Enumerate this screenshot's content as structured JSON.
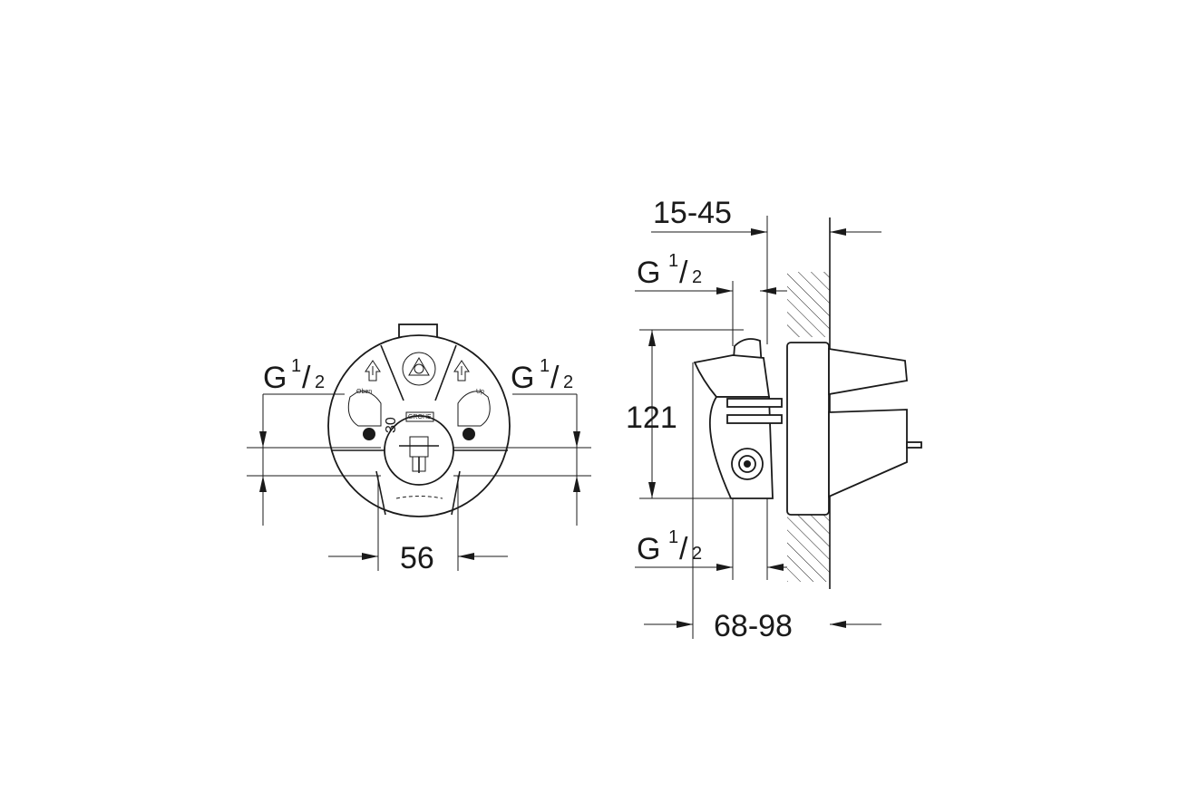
{
  "front_view": {
    "thread_left": {
      "main": "G",
      "num": "1",
      "slash": "/",
      "den": "2"
    },
    "thread_right": {
      "main": "G",
      "num": "1",
      "slash": "/",
      "den": "2"
    },
    "width_dim": "56",
    "angle_label": "30",
    "logo_text": "GROHE",
    "left_arrow_label": "Oben",
    "right_arrow_label": "Up"
  },
  "side_view": {
    "depth_dim": "15-45",
    "thread_top": {
      "main": "G",
      "num": "1",
      "slash": "/",
      "den": "2"
    },
    "height_dim": "121",
    "thread_bottom": {
      "main": "G",
      "num": "1",
      "slash": "/",
      "den": "2"
    },
    "total_depth_dim": "68-98"
  }
}
